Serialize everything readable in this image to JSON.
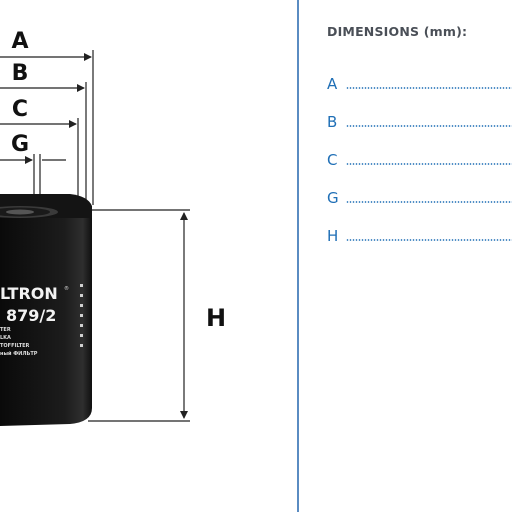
{
  "diagram": {
    "dimension_labels": {
      "A": "A",
      "B": "B",
      "C": "C",
      "G": "G",
      "H": "H"
    },
    "filter_label": {
      "brand": "LTRON",
      "model": "879/2",
      "small_lines": [
        "TER",
        "LKA",
        "TOFFILTER",
        "ный ФИЛЬТР"
      ]
    },
    "colors": {
      "filter_body": "#111111",
      "dimension_lines": "#222222"
    }
  },
  "dimensions_panel": {
    "title": "DIMENSIONS (mm):",
    "rows": [
      {
        "label": "A",
        "value": ""
      },
      {
        "label": "B",
        "value": ""
      },
      {
        "label": "C",
        "value": ""
      },
      {
        "label": "G",
        "value": ""
      },
      {
        "label": "H",
        "value": ""
      }
    ],
    "accent_color": "#1f6fb6",
    "divider_color": "#5a8cc2"
  }
}
